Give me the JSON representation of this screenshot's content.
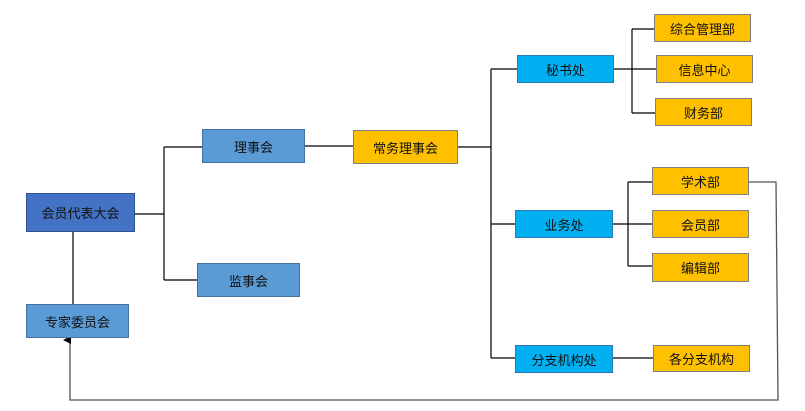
{
  "nodes": {
    "assembly": "会员代表大会",
    "experts": "专家委员会",
    "council": "理事会",
    "supervisors": "监事会",
    "standing_council": "常务理事会",
    "secretariat": "秘书处",
    "business": "业务处",
    "branches_office": "分支机构处",
    "general_mgmt": "综合管理部",
    "info_center": "信息中心",
    "finance": "财务部",
    "academic": "学术部",
    "membership": "会员部",
    "editorial": "编辑部",
    "branches": "各分支机构"
  },
  "colors": {
    "dark_blue": "#4472C4",
    "blue": "#5B9BD5",
    "cyan": "#00B0F0",
    "yellow": "#FFC000"
  }
}
